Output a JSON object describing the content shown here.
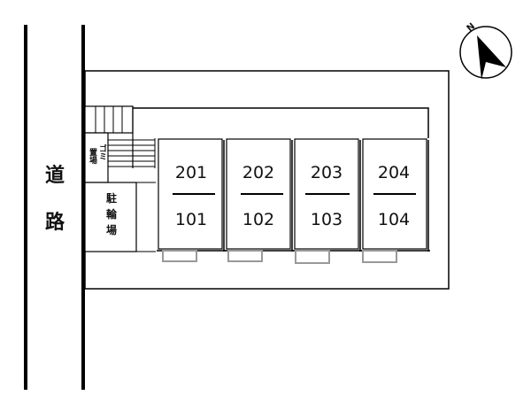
{
  "road": {
    "label_top": "道",
    "label_bottom": "路"
  },
  "garbage": {
    "label_col1": "置場",
    "label_col2": "ゴミ"
  },
  "bicycle": {
    "label": [
      "駐",
      "輪",
      "場"
    ]
  },
  "units": [
    {
      "upper": "201",
      "lower": "101"
    },
    {
      "upper": "202",
      "lower": "102"
    },
    {
      "upper": "203",
      "lower": "103"
    },
    {
      "upper": "204",
      "lower": "104"
    }
  ],
  "compass": {
    "label": "N"
  }
}
